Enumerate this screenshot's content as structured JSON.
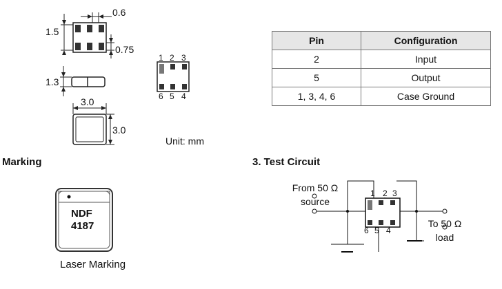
{
  "dimensions": {
    "gap": "0.6",
    "height": "1.5",
    "pad": "0.75",
    "thickness": "1.3",
    "width": "3.0",
    "length": "3.0",
    "unit": "Unit: mm"
  },
  "pinout": {
    "top": [
      "1",
      "2",
      "3"
    ],
    "bottom": [
      "6",
      "5",
      "4"
    ]
  },
  "pin_table": {
    "headers": [
      "Pin",
      "Configuration"
    ],
    "rows": [
      {
        "pin": "2",
        "config": "Input"
      },
      {
        "pin": "5",
        "config": "Output"
      },
      {
        "pin": "1, 3, 4, 6",
        "config": "Case Ground"
      }
    ]
  },
  "marking": {
    "heading": "Marking",
    "line1": "NDF",
    "line2": "4187",
    "caption": "Laser Marking"
  },
  "test_circuit": {
    "heading": "3. Test Circuit",
    "source_line1": "From 50 Ω",
    "source_line2": "source",
    "load_line1": "To 50 Ω",
    "load_line2": "load",
    "pins_top": [
      "1",
      "2",
      "3"
    ],
    "pins_bottom": [
      "6",
      "5",
      "4"
    ]
  }
}
